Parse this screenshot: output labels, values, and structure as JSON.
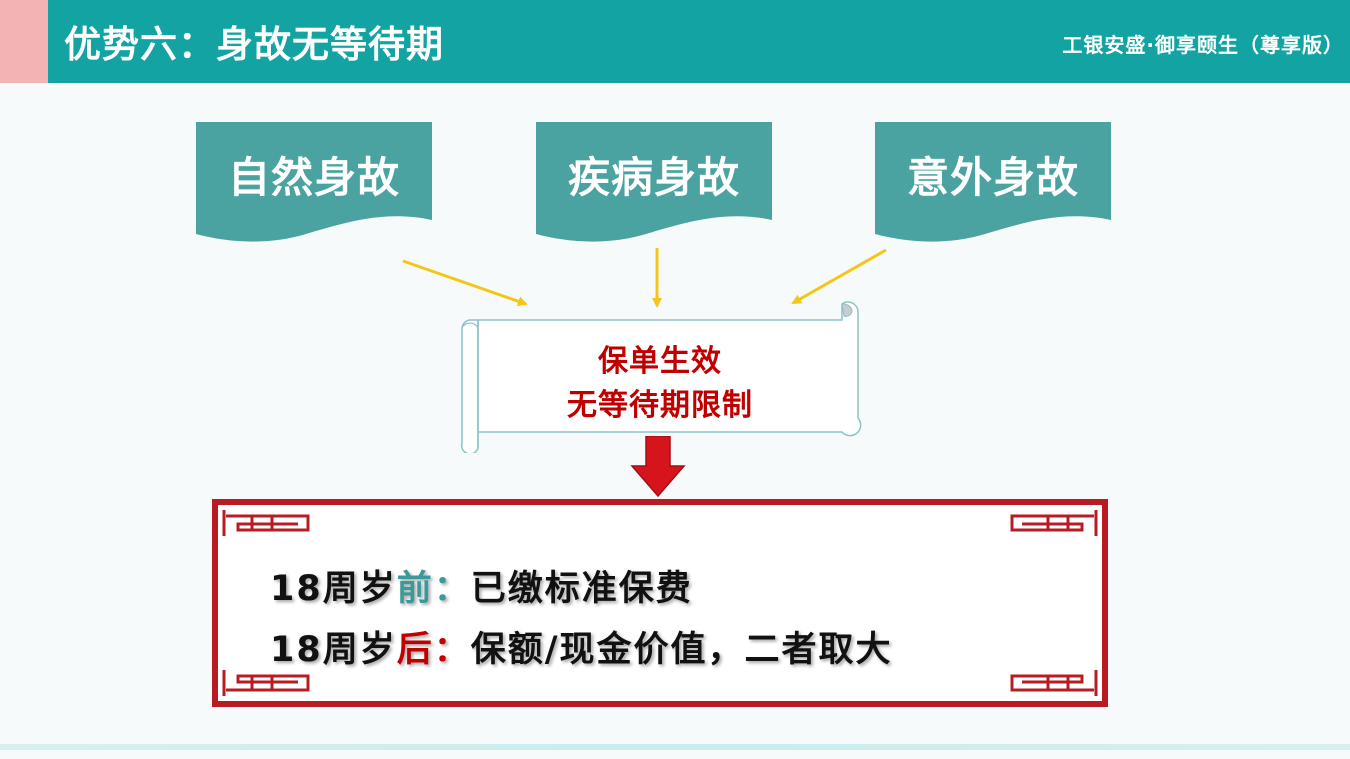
{
  "header": {
    "title": "优势六：身故无等待期",
    "product": "工银安盛·御享颐生（尊享版）"
  },
  "banners": [
    {
      "label": "自然身故"
    },
    {
      "label": "疾病身故"
    },
    {
      "label": "意外身故"
    }
  ],
  "scroll": {
    "line1": "保单生效",
    "line2": "无等待期限制"
  },
  "rules": [
    {
      "prefix": "18周岁",
      "highlight": "前",
      "colon": "：",
      "text": "已缴标准保费"
    },
    {
      "prefix": "18周岁",
      "highlight": "后",
      "colon": "：",
      "text": "保额/现金价值，二者取大"
    }
  ],
  "colors": {
    "header": "#13a3a3",
    "header_accent": "#f2b3b4",
    "banner": "#4aa3a0",
    "arrow": "#f5c518",
    "emphasis": "#c00000",
    "frame": "#b81c22"
  }
}
